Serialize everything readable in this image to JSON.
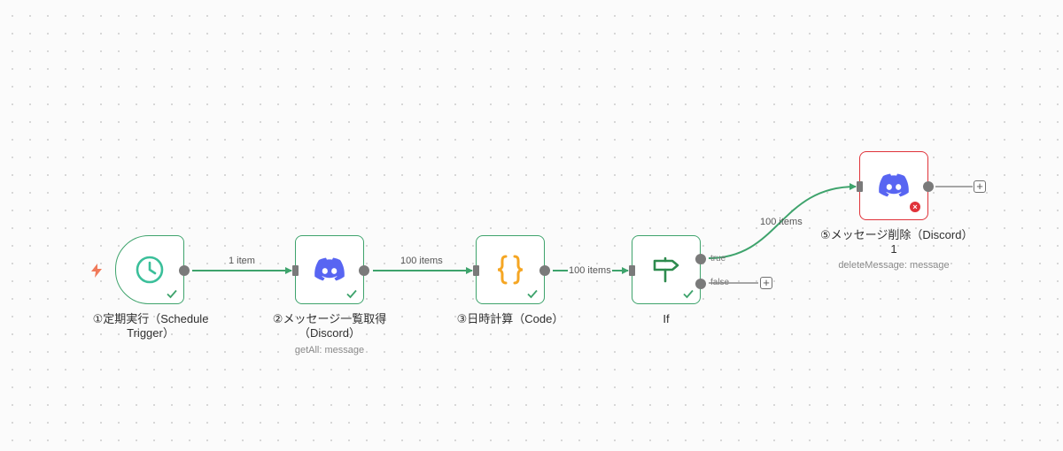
{
  "colors": {
    "success": "#3ea36c",
    "error": "#e0333a",
    "discord": "#5865f2",
    "code": "#f5a623",
    "if_icon": "#2e8b4e",
    "trigger_bolt": "#f07a5a"
  },
  "nodes": {
    "schedule": {
      "label": "①定期実行（Schedule Trigger）",
      "icon": "clock-icon",
      "status": "success"
    },
    "discord_get": {
      "label": "②メッセージ一覧取得（Discord）",
      "subtitle": "getAll: message",
      "icon": "discord-icon",
      "status": "success"
    },
    "code": {
      "label": "③日時計算（Code）",
      "icon": "code-braces-icon",
      "status": "success"
    },
    "if": {
      "label": "If",
      "icon": "signpost-icon",
      "status": "success",
      "true_label": "true",
      "false_label": "false"
    },
    "discord_delete": {
      "label": "⑤メッセージ削除（Discord）1",
      "subtitle": "deleteMessage: message",
      "icon": "discord-icon",
      "status": "error"
    }
  },
  "edges": {
    "e1": "1 item",
    "e2": "100 items",
    "e3": "100 items",
    "e4": "100 items"
  },
  "add_button_symbol": "+"
}
